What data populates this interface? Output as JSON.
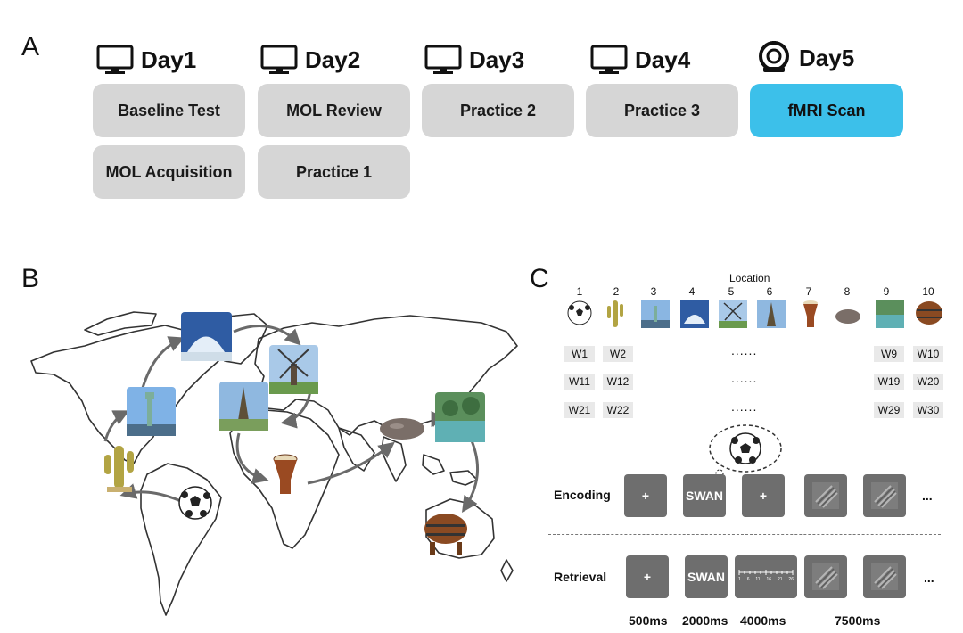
{
  "panels": {
    "a": "A",
    "b": "B",
    "c": "C"
  },
  "timeline": {
    "days": [
      {
        "label": "Day1",
        "icon": "monitor-icon"
      },
      {
        "label": "Day2",
        "icon": "monitor-icon"
      },
      {
        "label": "Day3",
        "icon": "monitor-icon"
      },
      {
        "label": "Day4",
        "icon": "monitor-icon"
      },
      {
        "label": "Day5",
        "icon": "mri-scanner-icon"
      }
    ],
    "steps": {
      "baseline_test": "Baseline Test",
      "mol_acquisition": "MOL Acquisition",
      "mol_review": "MOL Review",
      "practice_1": "Practice 1",
      "practice_2": "Practice 2",
      "practice_3": "Practice 3",
      "fmri_scan": "fMRI Scan"
    },
    "colors": {
      "step_gray": "#d6d6d6",
      "fmri_accent": "#3cc0ea"
    }
  },
  "locations": {
    "title": "Location",
    "numbers": [
      "1",
      "2",
      "3",
      "4",
      "5",
      "6",
      "7",
      "8",
      "9",
      "10"
    ],
    "objects": [
      "soccer-ball",
      "cactus",
      "statue-of-liberty",
      "igloo",
      "windmill",
      "eiffel-tower",
      "djembe-drum",
      "stone",
      "lagoon",
      "wine-barrel"
    ]
  },
  "words": {
    "row1": [
      "W1",
      "W2",
      "W9",
      "W10"
    ],
    "row2": [
      "W11",
      "W12",
      "W19",
      "W20"
    ],
    "row3": [
      "W21",
      "W22",
      "W29",
      "W30"
    ],
    "ellipsis": "......"
  },
  "encoding": {
    "label": "Encoding",
    "fix1": "+",
    "word": "SWAN",
    "fix2": "+",
    "more": "..."
  },
  "retrieval": {
    "label": "Retrieval",
    "fix": "+",
    "word": "SWAN",
    "scale_ticks": [
      "1",
      "6",
      "11",
      "16",
      "21",
      "26"
    ],
    "more": "..."
  },
  "timings": [
    "500ms",
    "2000ms",
    "4000ms",
    "7500ms"
  ]
}
